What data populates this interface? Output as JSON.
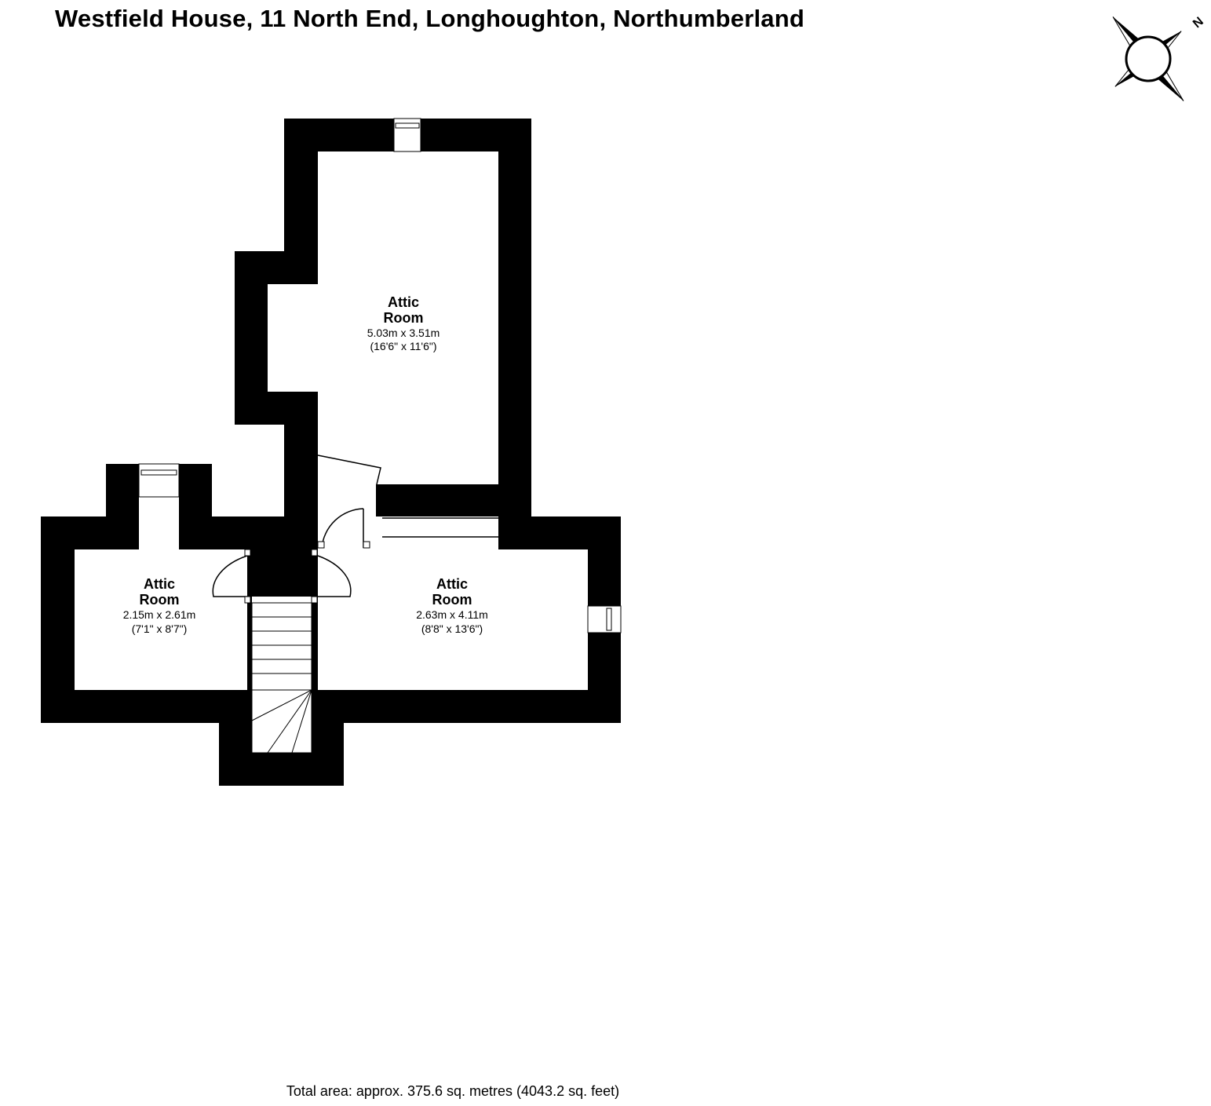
{
  "title": "Westfield House, 11 North End, Longhoughton, Northumberland",
  "compass_label": "N",
  "rooms": [
    {
      "name_line1": "Attic",
      "name_line2": "Room",
      "metric": "5.03m x 3.51m",
      "imperial": "(16'6\" x 11'6\")"
    },
    {
      "name_line1": "Attic",
      "name_line2": "Room",
      "metric": "2.15m x 2.61m",
      "imperial": "(7'1\" x 8'7\")"
    },
    {
      "name_line1": "Attic",
      "name_line2": "Room",
      "metric": "2.63m x 4.11m",
      "imperial": "(8'8\" x 13'6\")"
    }
  ],
  "footer": "Total area: approx. 375.6 sq. metres (4043.2 sq. feet)",
  "colors": {
    "wall": "#000000",
    "background": "#ffffff"
  }
}
